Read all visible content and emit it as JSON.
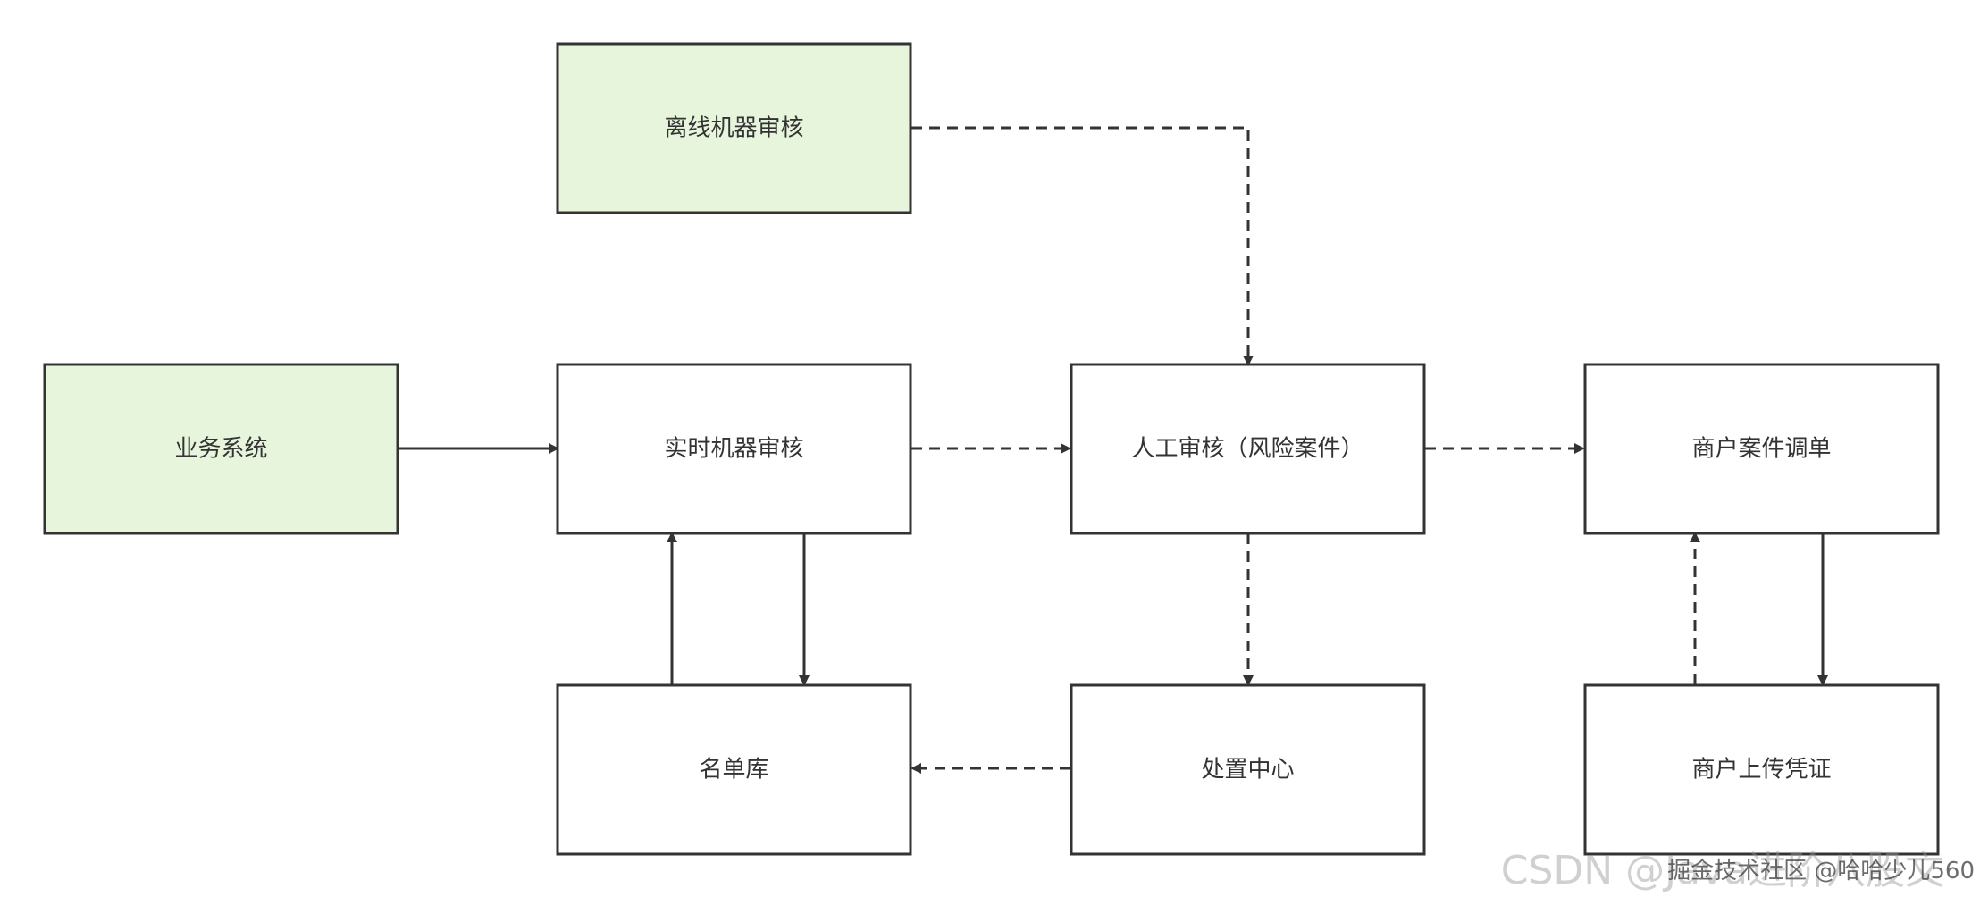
{
  "colors": {
    "highlight_fill": "#e6f5dc",
    "plain_fill": "#ffffff",
    "stroke": "#333333",
    "text": "#333333"
  },
  "nodes": {
    "offline_review": "离线机器审核",
    "business_system": "业务系统",
    "realtime_review": "实时机器审核",
    "manual_review": "人工审核（风险案件）",
    "merchant_case": "商户案件调单",
    "name_list": "名单库",
    "disposal_center": "处置中心",
    "merchant_upload": "商户上传凭证"
  },
  "edges": [
    {
      "from": "business_system",
      "to": "realtime_review",
      "style": "solid"
    },
    {
      "from": "offline_review",
      "to": "manual_review",
      "style": "dashed"
    },
    {
      "from": "realtime_review",
      "to": "manual_review",
      "style": "dashed"
    },
    {
      "from": "manual_review",
      "to": "merchant_case",
      "style": "dashed"
    },
    {
      "from": "realtime_review",
      "to": "name_list",
      "style": "solid"
    },
    {
      "from": "name_list",
      "to": "realtime_review",
      "style": "solid"
    },
    {
      "from": "manual_review",
      "to": "disposal_center",
      "style": "dashed"
    },
    {
      "from": "disposal_center",
      "to": "name_list",
      "style": "dashed"
    },
    {
      "from": "merchant_case",
      "to": "merchant_upload",
      "style": "solid"
    },
    {
      "from": "merchant_upload",
      "to": "merchant_case",
      "style": "dashed"
    }
  ],
  "watermark": {
    "csdn": "CSDN @Java进阶八股文",
    "juejin": "掘金技术社区 @哈哈少儿560"
  }
}
